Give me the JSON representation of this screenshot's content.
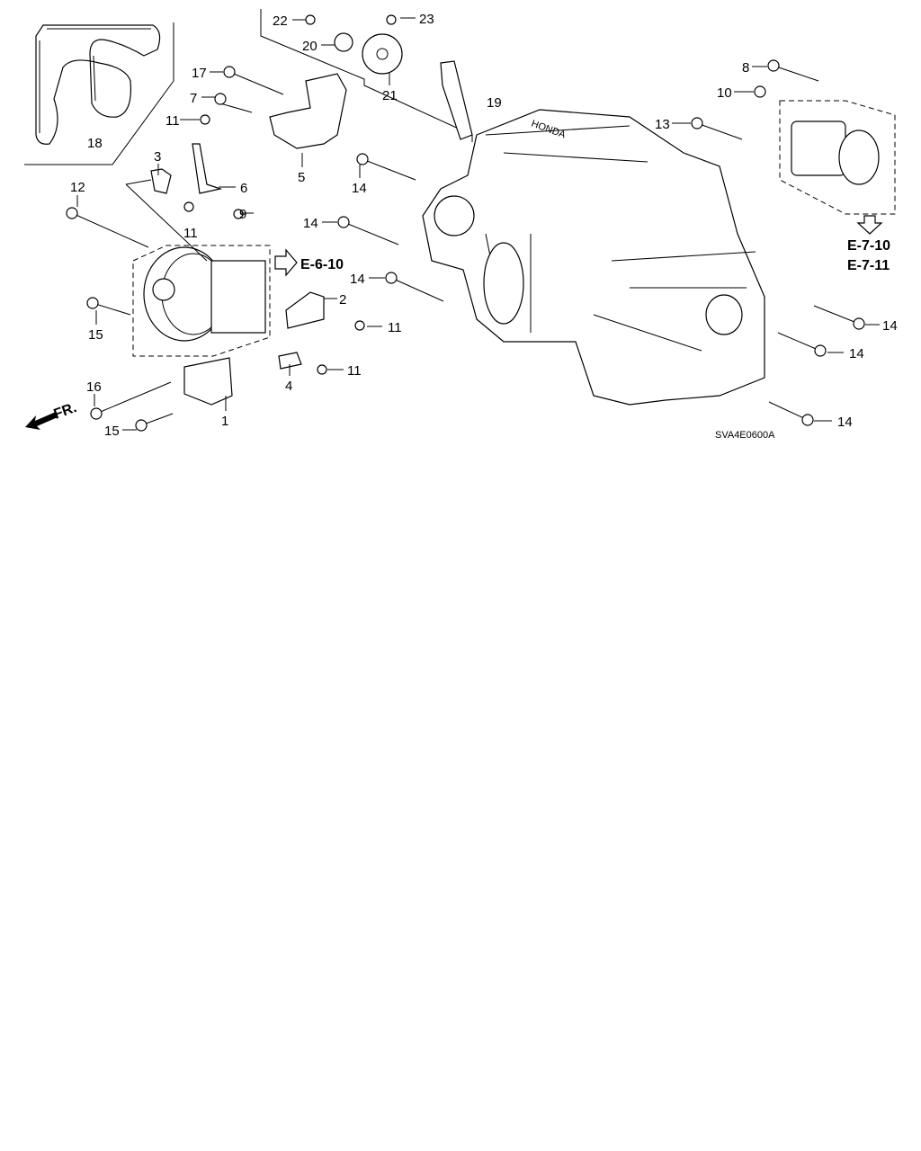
{
  "diagram": {
    "callouts": [
      "18",
      "22",
      "20",
      "23",
      "21",
      "19",
      "17",
      "7",
      "11",
      "5",
      "3",
      "6",
      "11",
      "12",
      "9",
      "2",
      "11",
      "15",
      "4",
      "11",
      "16",
      "1",
      "15",
      "14",
      "14",
      "14",
      "14",
      "14",
      "14",
      "8",
      "10",
      "13"
    ],
    "references": {
      "alternator_ref": "E-6-10",
      "starter_ref_1": "E-7-10",
      "starter_ref_2": "E-7-11"
    },
    "front_indicator": "FR.",
    "diagram_code": "SVA4E0600A",
    "engine_logo": "HONDA"
  }
}
